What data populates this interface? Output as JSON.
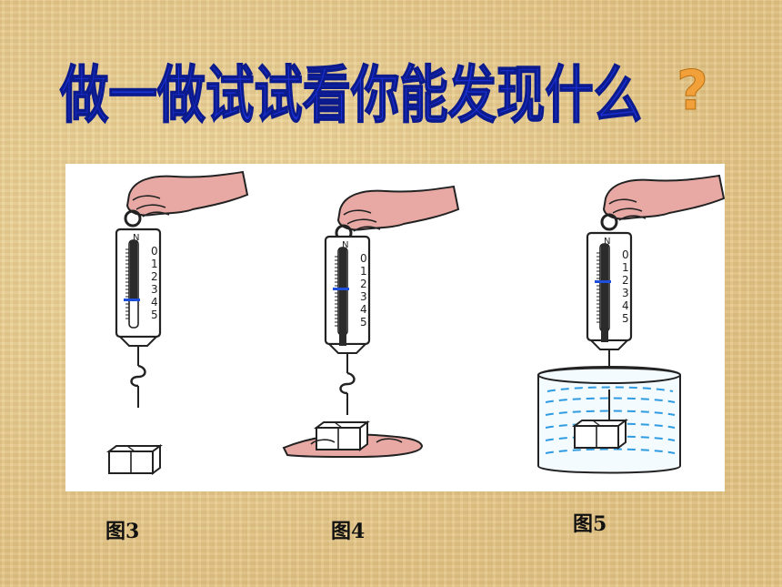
{
  "title": "做一做试试看你能发现什么",
  "title_mark": "?",
  "figures": [
    {
      "caption": "图3",
      "scene": "hanging-in-air",
      "scale_reading_N": 3.6
    },
    {
      "caption": "图4",
      "scene": "supported-by-hand",
      "scale_reading_N": 2.1
    },
    {
      "caption": "图5",
      "scene": "immersed-in-water",
      "scale_reading_N": 2.0
    }
  ],
  "scale": {
    "unit": "N",
    "ticks": [
      "0",
      "1",
      "2",
      "3",
      "4",
      "5"
    ]
  },
  "colors": {
    "title": "#1a2fd0",
    "question_mark": "#f2a13a",
    "indicator": "#1f4fd8",
    "water": "#2f9be0",
    "skin": "#e8a9a4"
  }
}
